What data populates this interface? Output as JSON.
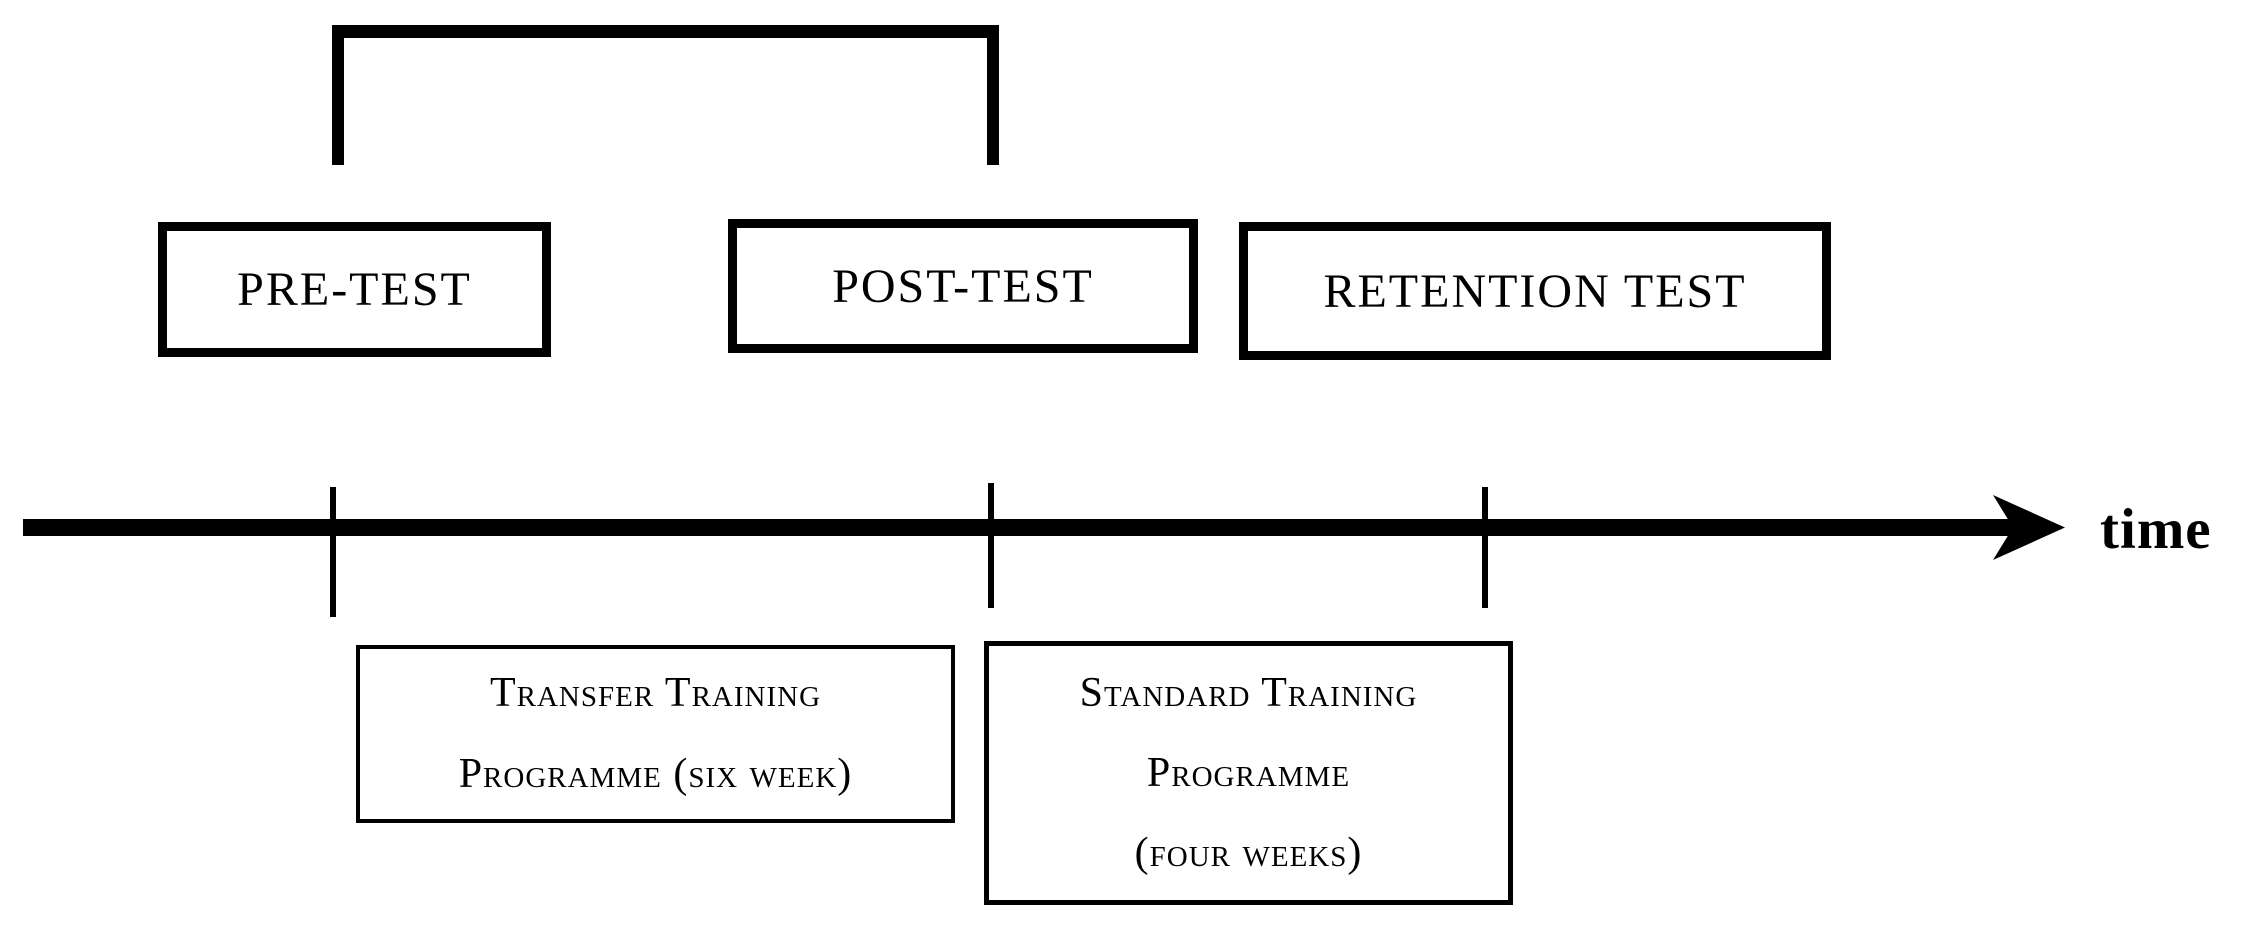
{
  "tests": {
    "pre": "PRE-TEST",
    "post": "POST-TEST",
    "retention": "RETENTION TEST"
  },
  "timeline": {
    "label": "time"
  },
  "programmes": {
    "transfer": {
      "line1": "Transfer Training",
      "line2": "Programme (six week)"
    },
    "standard": {
      "line1": "Standard Training",
      "line2": "Programme",
      "line3": "(four weeks)"
    }
  },
  "colors": {
    "ink": "#000000",
    "paper": "#ffffff"
  }
}
